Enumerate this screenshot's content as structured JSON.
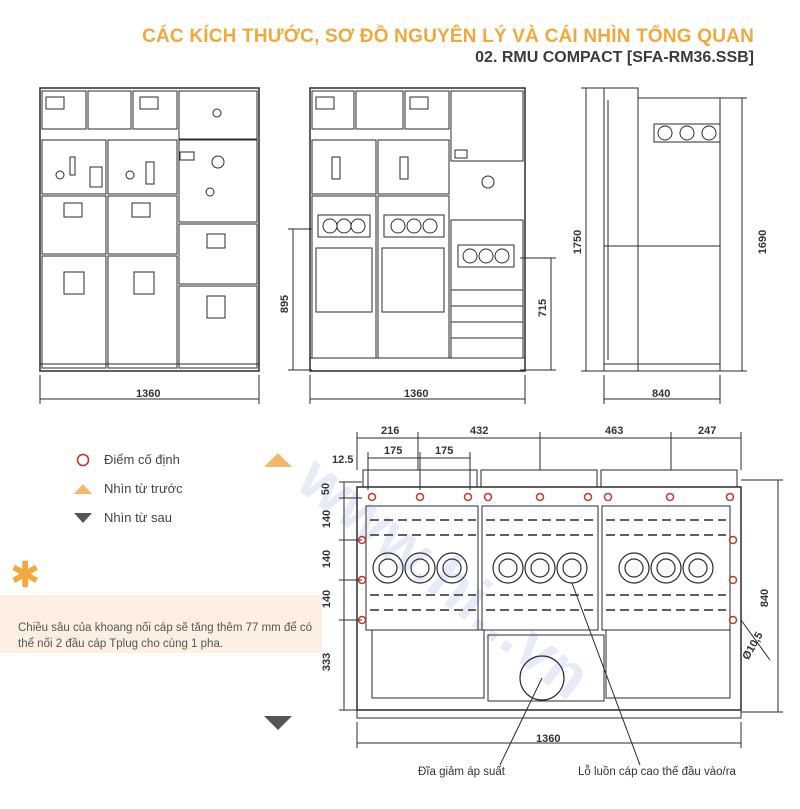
{
  "header": {
    "title": "CÁC KÍCH THƯỚC, SƠ ĐỒ NGUYÊN LÝ VÀ CÁI NHÌN TỔNG QUAN",
    "subtitle": "02. RMU COMPACT  [SFA-RM36.SSB]"
  },
  "views": {
    "front_width": "1360",
    "section_width": "1360",
    "side_depth": "840",
    "cable_height_front": "895",
    "cable_height_mid": "715",
    "total_height": "1750",
    "body_height": "1690"
  },
  "plan": {
    "top_dims": [
      "216",
      "432",
      "463",
      "247"
    ],
    "spacing": [
      "175",
      "175"
    ],
    "offset": "12.5",
    "row_dims": [
      "50",
      "140",
      "140",
      "140",
      "333"
    ],
    "depth": "840",
    "hole": "Ø10,5",
    "width": "1360"
  },
  "legend": {
    "fixed_point": "Điểm cố định",
    "front_view": "Nhìn từ trước",
    "rear_view": "Nhìn từ sau"
  },
  "note": "Chiều sâu của khoang nối cáp sẽ tăng thêm 77 mm để có thể nối 2 đầu cáp Tplug cho cùng 1 pha.",
  "captions": {
    "pressure_disc": "Đĩa giảm áp suất",
    "cable_hole": "Lỗ luồn cáp cao thế đầu vào/ra"
  },
  "watermark": "www.hi...vn",
  "colors": {
    "accent": "#f0a93c",
    "marker": "#c0392b",
    "line": "#2b2b2b"
  }
}
